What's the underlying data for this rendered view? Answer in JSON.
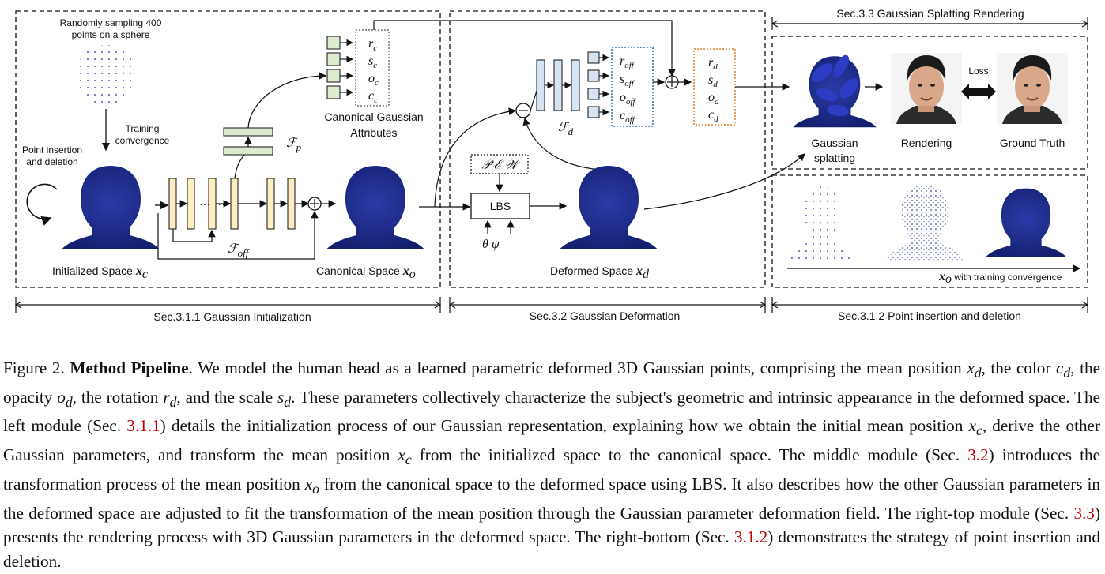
{
  "figure": {
    "sampling_note_line1": "Randomly sampling 400",
    "sampling_note_line2": "points on a sphere",
    "training_line1": "Training",
    "training_line2": "convergence",
    "insertion_line1": "Point insertion",
    "insertion_line2": "and deletion",
    "canonical_attr_line1": "Canonical Gaussian",
    "canonical_attr_line2": "Attributes",
    "initialized_space": "Initialized Space",
    "canonical_space": "Canonical Space",
    "deformed_space": "Deformed Space",
    "lbs": "LBS",
    "pew": "𝒫 ℰ 𝒲",
    "theta_psi": "θ  ψ",
    "f_p": "ℱ",
    "f_p_sub": "p",
    "f_off": "ℱ",
    "f_off_sub": "off",
    "f_d": "ℱ",
    "f_d_sub": "d",
    "canon_attrs": [
      "r",
      "s",
      "o",
      "c"
    ],
    "canon_sub": "c",
    "off_attrs": [
      "r",
      "s",
      "o",
      "c"
    ],
    "off_sub": "off",
    "def_attrs": [
      "r",
      "s",
      "o",
      "c"
    ],
    "def_sub": "d",
    "gauss_splat_line1": "Gaussian",
    "gauss_splat_line2": "splatting",
    "rendering": "Rendering",
    "ground_truth": "Ground Truth",
    "loss": "Loss",
    "x0_convergence": "with training convergence",
    "x_c": "x",
    "sec_gsr": "Sec.3.3 Gaussian Splatting Rendering",
    "sec_init": "Sec.3.1.1 Gaussian Initialization",
    "sec_def": "Sec.3.2 Gaussian Deformation",
    "sec_pid": "Sec.3.1.2 Point insertion and deletion"
  },
  "colors": {
    "point_cloud": "#1a2a8c",
    "mlp_yellow": "#fbeec0",
    "mlp_blue": "#d6e4f2",
    "mlp_green": "#dcebd0",
    "dotted_blue": "#2f6ea6",
    "dotted_orange": "#e07a2a",
    "ref_red": "#c00000"
  },
  "caption": {
    "label": "Figure 2.",
    "title": "Method Pipeline",
    "ref_311": "3.1.1",
    "ref_32": "3.2",
    "ref_33": "3.3",
    "ref_312": "3.1.2"
  }
}
